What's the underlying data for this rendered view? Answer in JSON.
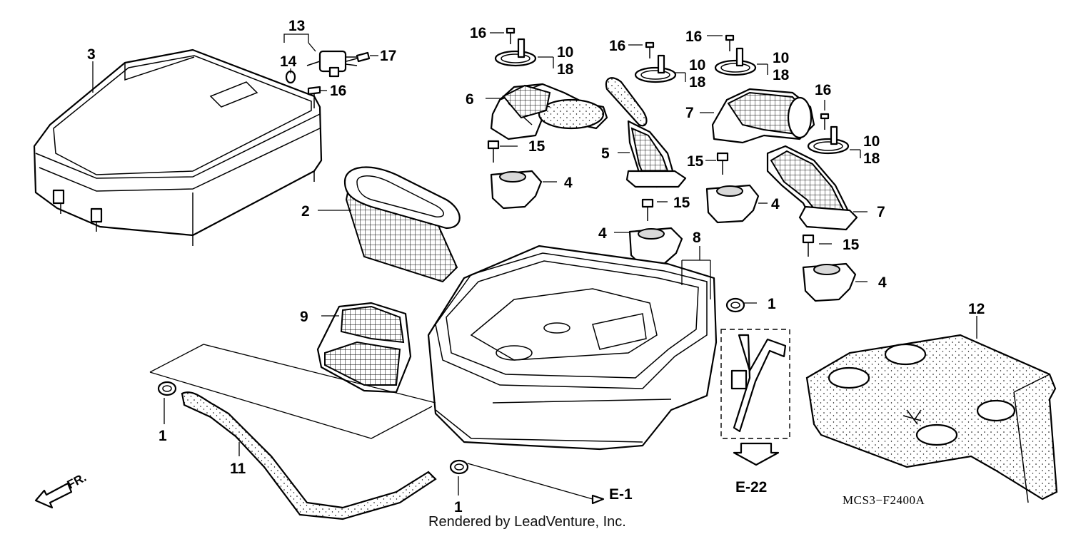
{
  "diagram": {
    "code": "MCS3−F2400A",
    "credit": "Rendered by LeadVenture, Inc.",
    "front_marker": "FR.",
    "refs": {
      "e1": "E-1",
      "e22": "E-22"
    },
    "callouts": {
      "c1a": "1",
      "c1b": "1",
      "c1c": "1",
      "c2": "2",
      "c3": "3",
      "c4a": "4",
      "c4b": "4",
      "c4c": "4",
      "c4d": "4",
      "c5": "5",
      "c6": "6",
      "c7a": "7",
      "c7b": "7",
      "c8": "8",
      "c9": "9",
      "c10a": "10",
      "c10b": "10",
      "c10c": "10",
      "c10d": "10",
      "c11": "11",
      "c12": "12",
      "c13": "13",
      "c14": "14",
      "c15a": "15",
      "c15b": "15",
      "c15c": "15",
      "c15d": "15",
      "c16a": "16",
      "c16b": "16",
      "c16c": "16",
      "c16d": "16",
      "c16e": "16",
      "c17": "17",
      "c18a": "18",
      "c18b": "18",
      "c18c": "18",
      "c18d": "18"
    }
  }
}
